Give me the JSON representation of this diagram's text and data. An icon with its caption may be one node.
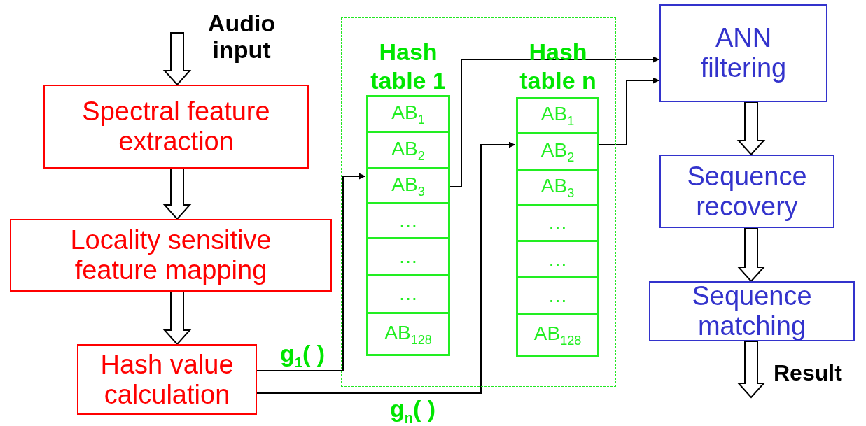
{
  "diagram": {
    "nodes": [
      {
        "text": [
          "Audio input"
        ]
      },
      {
        "text": [
          "Spectral feature extraction"
        ]
      },
      {
        "text": [
          "Locality sensitive feature mapping"
        ]
      },
      {
        "text": [
          "Hash value calculation"
        ]
      },
      {
        "text": [],
        "shape": "box"
      },
      {
        "text": [
          "Hash table 1"
        ],
        "in": 4
      },
      {
        "text": [
          "AB$_{1}$"
        ],
        "in": 5
      },
      {
        "text": [
          "AB$_{2}$"
        ],
        "in": 5
      },
      {
        "text": [
          "AB$_{3}$"
        ],
        "in": 5
      },
      {
        "text": [
          "…"
        ],
        "in": 5
      },
      {
        "text": [
          "…"
        ],
        "in": 5
      },
      {
        "text": [
          "…"
        ],
        "in": 5
      },
      {
        "text": [
          "AB$_{128}$"
        ],
        "in": 5
      },
      {
        "text": [
          "Hash table n"
        ],
        "in": 4
      },
      {
        "text": [
          "AB$_{1}$"
        ],
        "in": 13
      },
      {
        "text": [
          "AB$_{2}$"
        ],
        "in": 13
      },
      {
        "text": [
          "AB$_{3}$"
        ],
        "in": 13
      },
      {
        "text": [
          "…"
        ],
        "in": 13
      },
      {
        "text": [
          "…"
        ],
        "in": 13
      },
      {
        "text": [
          "…"
        ],
        "in": 13
      },
      {
        "text": [
          "AB$_{128}$"
        ],
        "in": 13
      },
      {
        "text": [
          "ANN filtering"
        ]
      },
      {
        "text": [
          "Sequence recovery"
        ]
      },
      {
        "text": [
          "Sequence matching"
        ]
      }
    ],
    "edges": [
      {
        "from": 0,
        "to": 1,
        "arrow": "to",
        "style": "thick"
      },
      {
        "from": 1,
        "to": 2,
        "arrow": "to",
        "style": "thick"
      },
      {
        "from": 2,
        "to": 3,
        "arrow": "to",
        "style": "thick"
      },
      {
        "from": 3,
        "to": 8,
        "arrow": "to",
        "label": "g$_{1}$( )"
      },
      {
        "from": 3,
        "to": 15,
        "arrow": "to",
        "label": "g$_{n}$( )"
      },
      {
        "from": 8,
        "to": 21,
        "arrow": "to"
      },
      {
        "from": 15,
        "to": 21,
        "arrow": "to"
      },
      {
        "from": 21,
        "to": 22,
        "arrow": "to",
        "style": "thick"
      },
      {
        "from": 22,
        "to": 23,
        "arrow": "to",
        "style": "thick"
      },
      {
        "from": 23,
        "to": null,
        "arrow": "to",
        "style": "thick"
      }
    ],
    "labels": [
      "Result"
    ]
  }
}
